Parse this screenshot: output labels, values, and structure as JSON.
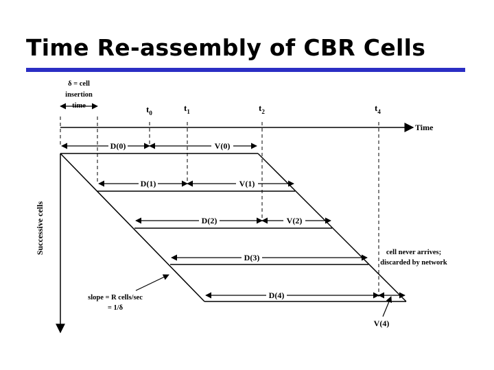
{
  "slide": {
    "title": "Time Re-assembly of CBR Cells",
    "accent_color": "#2b2ec4"
  },
  "diagram": {
    "delta_note": [
      "δ = cell",
      "insertion",
      "time"
    ],
    "time_markers": [
      {
        "letter": "t",
        "sub": "0"
      },
      {
        "letter": "t",
        "sub": "1"
      },
      {
        "letter": "t",
        "sub": "2"
      },
      {
        "letter": "t",
        "sub": "4"
      }
    ],
    "time_axis_label": "Time",
    "cells_axis_label": "Successive cells",
    "intervals": {
      "d0": "D(0)",
      "v0": "V(0)",
      "d1": "D(1)",
      "v1": "V(1)",
      "d2": "D(2)",
      "v2": "V(2)",
      "d3": "D(3)",
      "d4": "D(4)",
      "v4": "V(4)"
    },
    "never_arrives_note": [
      "cell never arrives;",
      "discarded by network"
    ],
    "slope_note": [
      "slope = R cells/sec",
      "= 1/δ"
    ]
  }
}
